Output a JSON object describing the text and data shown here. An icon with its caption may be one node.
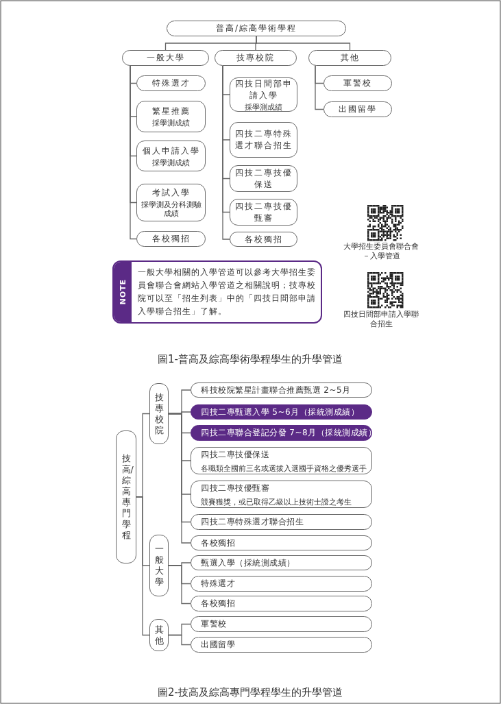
{
  "diagram": {
    "nodes": [
      {
        "text": [
          "普高/綜高學術學程"
        ]
      },
      {
        "text": [
          "一般大學"
        ]
      },
      {
        "text": [
          "特殊選才"
        ]
      },
      {
        "text": [
          "繁星推薦",
          "採學測成績"
        ]
      },
      {
        "text": [
          "個人申請入學",
          "採學測成績"
        ]
      },
      {
        "text": [
          "考試入學",
          "採學測及分科測驗成績"
        ]
      },
      {
        "text": [
          "各校獨招"
        ]
      },
      {
        "text": [
          "技專校院"
        ]
      },
      {
        "text": [
          "四技日間部申請入學",
          "採學測成績"
        ]
      },
      {
        "text": [
          "四技二專特殊選才聯合招生"
        ]
      },
      {
        "text": [
          "四技二專技優保送"
        ]
      },
      {
        "text": [
          "四技二專技優甄審"
        ]
      },
      {
        "text": [
          "各校獨招"
        ]
      },
      {
        "text": [
          "其他"
        ]
      },
      {
        "text": [
          "軍警校"
        ]
      },
      {
        "text": [
          "出國留學"
        ]
      },
      {
        "text": [
          "NOTE",
          "一般大學相關的入學管道可以參考大學招生委員會聯合會網站入學管道之相關說明；技專校院可以至「招生列表」中的「四技日間部申請入學聯合招生」了解。"
        ]
      },
      {
        "text": [
          "技高/綜高專門學程"
        ]
      },
      {
        "text": [
          "技專校院"
        ]
      },
      {
        "text": [
          "科技校院繁星計畫聯合推薦甄選 2~5月"
        ]
      },
      {
        "text": [
          "四技二專甄選入學 5~6月（採統測成績）"
        ]
      },
      {
        "text": [
          "四技二專聯合登記分發 7~8月（採統測成績）"
        ]
      },
      {
        "text": [
          "四技二專技優保送",
          "各職類全國前三名或選拔入選國手資格之優秀選手"
        ]
      },
      {
        "text": [
          "四技二專技優甄審",
          "競賽獲獎，或已取得乙級以上技術士證之考生"
        ]
      },
      {
        "text": [
          "四技二專特殊選才聯合招生"
        ]
      },
      {
        "text": [
          "各校獨招"
        ]
      },
      {
        "text": [
          "一般大學"
        ]
      },
      {
        "text": [
          "甄選入學（採統測成績）"
        ]
      },
      {
        "text": [
          "特殊選才"
        ]
      },
      {
        "text": [
          "各校獨招"
        ]
      },
      {
        "text": [
          "其他"
        ]
      },
      {
        "text": [
          "軍警校"
        ]
      },
      {
        "text": [
          "出國留學"
        ]
      }
    ],
    "edges": [
      {
        "from": 0,
        "to": 1,
        "arrow": "none"
      },
      {
        "from": 0,
        "to": 7,
        "arrow": "none"
      },
      {
        "from": 0,
        "to": 13,
        "arrow": "none"
      },
      {
        "from": 1,
        "to": 2,
        "arrow": "none"
      },
      {
        "from": 1,
        "to": 3,
        "arrow": "none"
      },
      {
        "from": 1,
        "to": 4,
        "arrow": "none"
      },
      {
        "from": 1,
        "to": 5,
        "arrow": "none"
      },
      {
        "from": 1,
        "to": 6,
        "arrow": "none"
      },
      {
        "from": 7,
        "to": 8,
        "arrow": "none"
      },
      {
        "from": 7,
        "to": 9,
        "arrow": "none"
      },
      {
        "from": 7,
        "to": 10,
        "arrow": "none"
      },
      {
        "from": 7,
        "to": 11,
        "arrow": "none"
      },
      {
        "from": 7,
        "to": 12,
        "arrow": "none"
      },
      {
        "from": 13,
        "to": 14,
        "arrow": "none"
      },
      {
        "from": 13,
        "to": 15,
        "arrow": "none"
      },
      {
        "from": 17,
        "to": 18,
        "arrow": "none"
      },
      {
        "from": 17,
        "to": 26,
        "arrow": "none"
      },
      {
        "from": 17,
        "to": 30,
        "arrow": "none"
      },
      {
        "from": 18,
        "to": 19,
        "arrow": "none"
      },
      {
        "from": 18,
        "to": 20,
        "arrow": "none"
      },
      {
        "from": 18,
        "to": 21,
        "arrow": "none"
      },
      {
        "from": 18,
        "to": 22,
        "arrow": "none"
      },
      {
        "from": 18,
        "to": 23,
        "arrow": "none"
      },
      {
        "from": 18,
        "to": 24,
        "arrow": "none"
      },
      {
        "from": 18,
        "to": 25,
        "arrow": "none"
      },
      {
        "from": 26,
        "to": 27,
        "arrow": "none"
      },
      {
        "from": 26,
        "to": 28,
        "arrow": "none"
      },
      {
        "from": 26,
        "to": 29,
        "arrow": "none"
      },
      {
        "from": 30,
        "to": 31,
        "arrow": "none"
      },
      {
        "from": 30,
        "to": 32,
        "arrow": "none"
      }
    ],
    "labels": [
      "大學招生委員會聯合會－入學管道",
      "四技日間部申請入學聯合招生",
      "圖1-普高及綜高學術學程學生的升學管道",
      "圖2-技高及綜高專門學程學生的升學管道"
    ]
  }
}
